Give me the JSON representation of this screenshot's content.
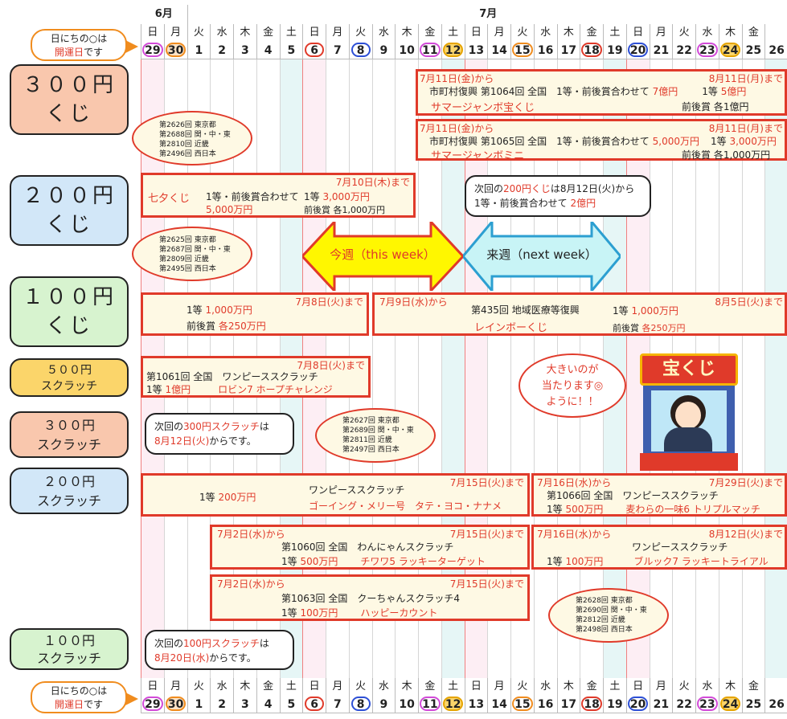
{
  "months": {
    "june": "6月",
    "july": "7月"
  },
  "weekdays": [
    "日",
    "月",
    "火",
    "水",
    "木",
    "金",
    "土",
    "日",
    "月",
    "火",
    "水",
    "木",
    "金",
    "土",
    "日",
    "月",
    "火",
    "水",
    "木",
    "金",
    "土",
    "日",
    "月",
    "火",
    "水",
    "木",
    "金"
  ],
  "dates": [
    "29",
    "30",
    "1",
    "2",
    "3",
    "4",
    "5",
    "6",
    "7",
    "8",
    "9",
    "10",
    "11",
    "12",
    "13",
    "14",
    "15",
    "16",
    "17",
    "18",
    "19",
    "20",
    "21",
    "22",
    "23",
    "24",
    "25",
    "26"
  ],
  "legend": {
    "line1": "日にちの○は",
    "line2a": "開運日",
    "line2b": "です"
  },
  "labels": {
    "k300": {
      "a": "３００円",
      "b": "くじ"
    },
    "k200": {
      "a": "２００円",
      "b": "くじ"
    },
    "k100": {
      "a": "１００円",
      "b": "くじ"
    },
    "s500": {
      "a": "５００円",
      "b": "スクラッチ"
    },
    "s300": {
      "a": "３００円",
      "b": "スクラッチ"
    },
    "s200": {
      "a": "２００円",
      "b": "スクラッチ"
    },
    "s100": {
      "a": "１００円",
      "b": "スクラッチ"
    }
  },
  "week": {
    "this": "今週（this week）",
    "next": "来週（next week）"
  },
  "ovals": {
    "o1": [
      "第2626回 東京都",
      "第2688回 関・中・東",
      "第2810回 近畿",
      "第2496回 西日本"
    ],
    "o2": [
      "第2625回 東京都",
      "第2687回 関・中・東",
      "第2809回 近畿",
      "第2495回 西日本"
    ],
    "o3": [
      "第2627回 東京都",
      "第2689回 関・中・東",
      "第2811回 近畿",
      "第2497回 西日本"
    ],
    "o4": [
      "第2628回 東京都",
      "第2690回 関・中・東",
      "第2812回 近畿",
      "第2498回 西日本"
    ]
  },
  "summer_jumbo": {
    "from": "7月11日(金)から",
    "until": "8月11日(月)まで",
    "l1a": "市町村復興 第1064回 全国　1等・前後賞合わせて",
    "l1b": "7億円",
    "l1c": "1等",
    "l1d": "5億円",
    "name": "サマージャンボ宝くじ",
    "sub": "前後賞 各1億円"
  },
  "summer_mini": {
    "from": "7月11日(金)から",
    "until": "8月11日(月)まで",
    "l1a": "市町村復興 第1065回 全国　1等・前後賞合わせて",
    "l1b": "5,000万円",
    "l1c": "1等",
    "l1d": "3,000万円",
    "name": "サマージャンボミニ",
    "sub": "前後賞 各1,000万円"
  },
  "tanabata": {
    "until": "7月10日(木)まで",
    "name": "七夕くじ",
    "l1": "1等・前後賞合わせて",
    "l1b": "1等",
    "l1c": "3,000万円",
    "l2": "5,000万円",
    "l2b": "前後賞 各1,000万円"
  },
  "next200": {
    "a": "次回の",
    "b": "200円くじ",
    "c": "は8月12日(火)から",
    "d": "1等・前後賞合わせて",
    "e": "2億円"
  },
  "k100a": {
    "until": "7月8日(火)まで",
    "l1a": "1等",
    "l1b": "1,000万円",
    "l2a": "前後賞",
    "l2b": "各250万円"
  },
  "k100b": {
    "from": "7月9日(水)から",
    "until": "8月5日(火)まで",
    "l1": "第435回 地域医療等復興",
    "l1b": "1等",
    "l1c": "1,000万円",
    "name": "レインボーくじ",
    "l2a": "前後賞",
    "l2b": "各250万円"
  },
  "s500box": {
    "until": "7月8日(火)まで",
    "l1": "第1061回 全国　ワンピーススクラッチ",
    "l2a": "1等",
    "l2b": "1億円",
    "l2c": "ロビン7 ホープチャレンジ"
  },
  "bubble_big": {
    "a": "大きいのが",
    "b": "当たります",
    "c": "ように！！"
  },
  "sign": "宝くじ",
  "next300s": {
    "a": "次回の",
    "b": "300円スクラッチ",
    "c": "は",
    "d": "8月12日(火)",
    "e": "からです。"
  },
  "s200a": {
    "until": "7月15日(火)まで",
    "l1a": "1等",
    "l1b": "200万円",
    "l1c": "ワンピーススクラッチ",
    "l2": "ゴーイング・メリー号　タテ・ヨコ・ナナメ"
  },
  "s200b": {
    "from": "7月16日(水)から",
    "until": "7月29日(火)まで",
    "l1": "第1066回 全国　ワンピーススクラッチ",
    "l2a": "1等",
    "l2b": "500万円",
    "l2c": "麦わらの一味6 トリプルマッチ"
  },
  "s200c": {
    "from": "7月2日(水)から",
    "until": "7月15日(火)まで",
    "l1": "第1060回 全国　わんにゃんスクラッチ",
    "l2a": "1等",
    "l2b": "500万円",
    "l2c": "チワワ5 ラッキーターゲット"
  },
  "s200d": {
    "from": "7月16日(水)から",
    "until": "8月12日(火)まで",
    "l1": "ワンピーススクラッチ",
    "l2a": "1等",
    "l2b": "100万円",
    "l2c": "ブルック7 ラッキートライアル"
  },
  "s200e": {
    "from": "7月2日(水)から",
    "until": "7月15日(火)まで",
    "l1": "第1063回 全国　クーちゃんスクラッチ4",
    "l2a": "1等",
    "l2b": "100万円",
    "l2c": "ハッピーカウント"
  },
  "next100s": {
    "a": "次回の",
    "b": "100円スクラッチ",
    "c": "は",
    "d": "8月20日(水)",
    "e": "からです。"
  },
  "colors": {
    "red": "#e03a2a",
    "orange": "#f08c1e",
    "blue": "#2d4fd6",
    "magenta": "#d24ad8",
    "gold": "#e6a400"
  }
}
